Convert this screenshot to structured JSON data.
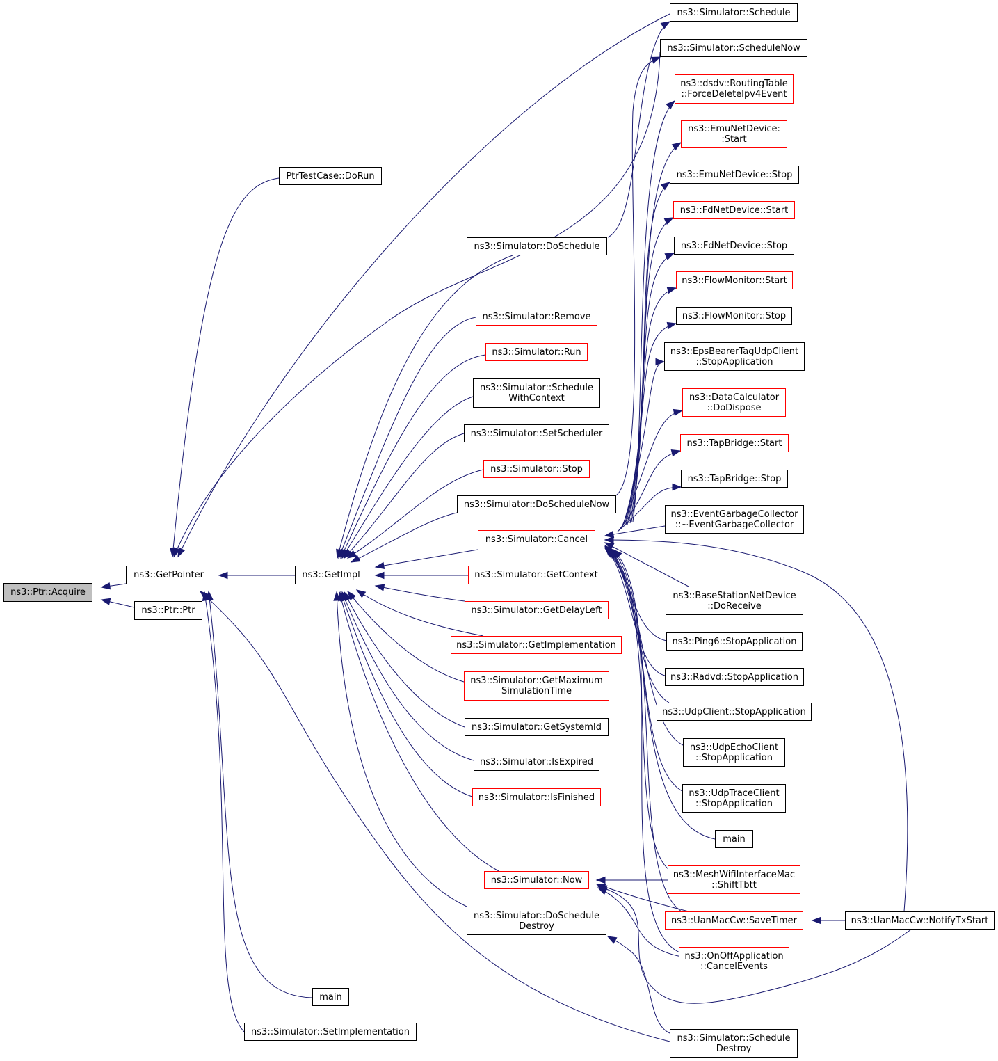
{
  "colors": {
    "edge": "#191970",
    "border_normal": "#000000",
    "border_truncated": "#ff0000",
    "self_fill": "#bfbfbf"
  },
  "nodes": {
    "acquire": {
      "lines": [
        "ns3::Ptr::Acquire"
      ]
    },
    "getpointer": {
      "lines": [
        "ns3::GetPointer"
      ]
    },
    "ptrptr": {
      "lines": [
        "ns3::Ptr::Ptr"
      ]
    },
    "ptrtestcase": {
      "lines": [
        "PtrTestCase::DoRun"
      ]
    },
    "main_left": {
      "lines": [
        "main"
      ]
    },
    "setimpl": {
      "lines": [
        "ns3::Simulator::SetImplementation"
      ]
    },
    "getimpl": {
      "lines": [
        "ns3::GetImpl"
      ]
    },
    "doschedule": {
      "lines": [
        "ns3::Simulator::DoSchedule"
      ]
    },
    "remove": {
      "lines": [
        "ns3::Simulator::Remove"
      ]
    },
    "run": {
      "lines": [
        "ns3::Simulator::Run"
      ]
    },
    "schedwithctx": {
      "lines": [
        "ns3::Simulator::Schedule",
        "WithContext"
      ]
    },
    "setscheduler": {
      "lines": [
        "ns3::Simulator::SetScheduler"
      ]
    },
    "stop": {
      "lines": [
        "ns3::Simulator::Stop"
      ]
    },
    "doschednow": {
      "lines": [
        "ns3::Simulator::DoScheduleNow"
      ]
    },
    "cancel": {
      "lines": [
        "ns3::Simulator::Cancel"
      ]
    },
    "getcontext": {
      "lines": [
        "ns3::Simulator::GetContext"
      ]
    },
    "getdelayleft": {
      "lines": [
        "ns3::Simulator::GetDelayLeft"
      ]
    },
    "getimplementation": {
      "lines": [
        "ns3::Simulator::GetImplementation"
      ]
    },
    "getmaxsim": {
      "lines": [
        "ns3::Simulator::GetMaximum",
        "SimulationTime"
      ]
    },
    "getsystemid": {
      "lines": [
        "ns3::Simulator::GetSystemId"
      ]
    },
    "isexpired": {
      "lines": [
        "ns3::Simulator::IsExpired"
      ]
    },
    "isfinished": {
      "lines": [
        "ns3::Simulator::IsFinished"
      ]
    },
    "now": {
      "lines": [
        "ns3::Simulator::Now"
      ]
    },
    "doscheddestroy": {
      "lines": [
        "ns3::Simulator::DoSchedule",
        "Destroy"
      ]
    },
    "schedule": {
      "lines": [
        "ns3::Simulator::Schedule"
      ]
    },
    "schedulenow": {
      "lines": [
        "ns3::Simulator::ScheduleNow"
      ]
    },
    "dsdv": {
      "lines": [
        "ns3::dsdv::RoutingTable",
        "::ForceDeleteIpv4Event"
      ]
    },
    "emustart": {
      "lines": [
        "ns3::EmuNetDevice:",
        ":Start"
      ]
    },
    "emustop": {
      "lines": [
        "ns3::EmuNetDevice::Stop"
      ]
    },
    "fdstart": {
      "lines": [
        "ns3::FdNetDevice::Start"
      ]
    },
    "fdstop": {
      "lines": [
        "ns3::FdNetDevice::Stop"
      ]
    },
    "flowstart": {
      "lines": [
        "ns3::FlowMonitor::Start"
      ]
    },
    "flowstop": {
      "lines": [
        "ns3::FlowMonitor::Stop"
      ]
    },
    "epsbearer": {
      "lines": [
        "ns3::EpsBearerTagUdpClient",
        "::StopApplication"
      ]
    },
    "datacalc": {
      "lines": [
        "ns3::DataCalculator",
        "::DoDispose"
      ]
    },
    "tapstart": {
      "lines": [
        "ns3::TapBridge::Start"
      ]
    },
    "tapstop": {
      "lines": [
        "ns3::TapBridge::Stop"
      ]
    },
    "eventgc": {
      "lines": [
        "ns3::EventGarbageCollector",
        "::~EventGarbageCollector"
      ]
    },
    "basestation": {
      "lines": [
        "ns3::BaseStationNetDevice",
        "::DoReceive"
      ]
    },
    "ping6": {
      "lines": [
        "ns3::Ping6::StopApplication"
      ]
    },
    "radvd": {
      "lines": [
        "ns3::Radvd::StopApplication"
      ]
    },
    "udpclient": {
      "lines": [
        "ns3::UdpClient::StopApplication"
      ]
    },
    "udpecho": {
      "lines": [
        "ns3::UdpEchoClient",
        "::StopApplication"
      ]
    },
    "udptrace": {
      "lines": [
        "ns3::UdpTraceClient",
        "::StopApplication"
      ]
    },
    "main_right": {
      "lines": [
        "main"
      ]
    },
    "meshwifi": {
      "lines": [
        "ns3::MeshWifiInterfaceMac",
        "::ShiftTbtt"
      ]
    },
    "uansave": {
      "lines": [
        "ns3::UanMacCw::SaveTimer"
      ]
    },
    "onoff": {
      "lines": [
        "ns3::OnOffApplication",
        "::CancelEvents"
      ]
    },
    "scheddestroy": {
      "lines": [
        "ns3::Simulator::Schedule",
        "Destroy"
      ]
    },
    "uannotify": {
      "lines": [
        "ns3::UanMacCw::NotifyTxStart"
      ]
    }
  }
}
